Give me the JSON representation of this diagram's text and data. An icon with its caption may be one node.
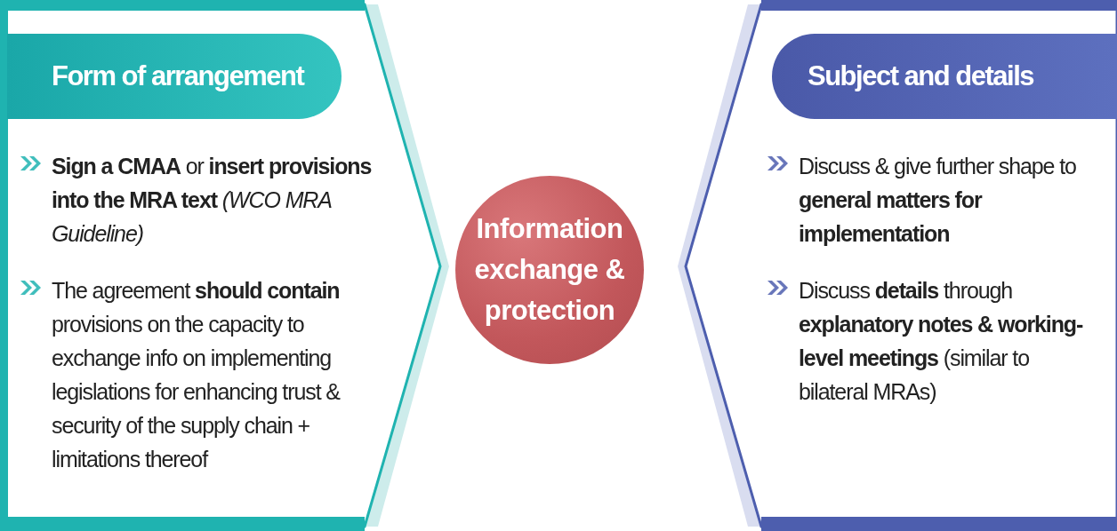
{
  "diagram": {
    "nodes": [
      {
        "text": [
          "**Sign a CMAA** or **insert provisions into the MRA text** *(WCO MRA Guideline)*",
          "The agreement **should contain** provisions on the capacity to exchange info on implementing legislations for enhancing trust & security of the supply chain + limitations thereof"
        ]
      },
      {
        "text": [
          "Form of arrangement"
        ],
        "in": 0
      },
      {
        "text": [
          "Information exchange & protection"
        ]
      },
      {
        "text": [
          "Discuss & give further shape to **general matters for implementation**",
          "Discuss **details** through **explanatory notes & working-level meetings** (similar to bilateral MRAs)"
        ]
      },
      {
        "text": [
          "Subject and details"
        ],
        "in": 3
      }
    ],
    "edges": []
  }
}
